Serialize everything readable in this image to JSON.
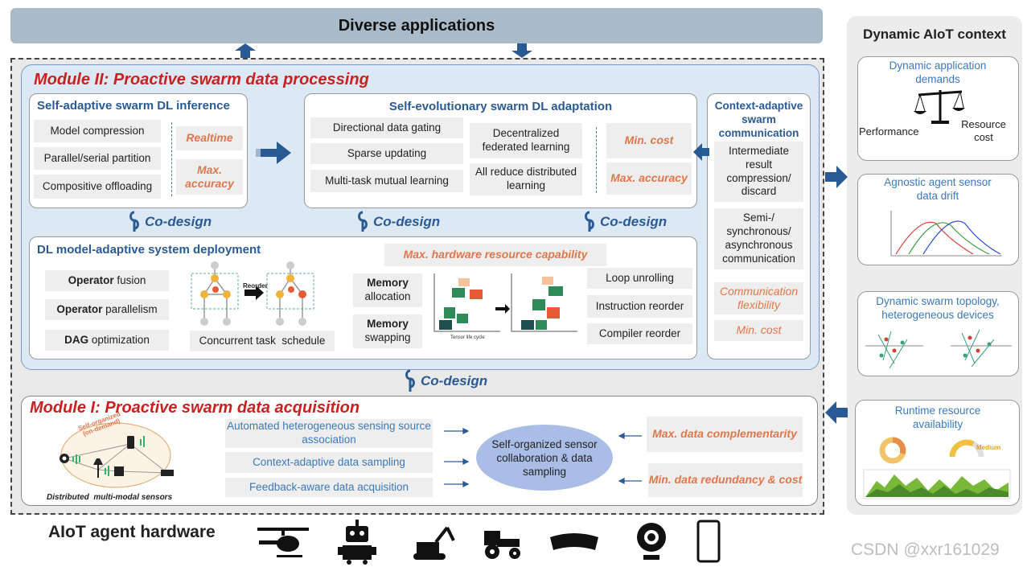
{
  "top_bar": {
    "title": "Diverse applications"
  },
  "module2": {
    "title": "Module II: Proactive swarm data processing",
    "inference": {
      "title": "Self-adaptive  swarm DL inference",
      "items": [
        "Model compression",
        "Parallel/serial partition",
        "Compositive offloading"
      ],
      "goals": [
        "Realtime",
        "Max. accuracy"
      ]
    },
    "adaptation": {
      "title": "Self-evolutionary swarm DL adaptation",
      "left_items": [
        "Directional data gating",
        "Sparse updating",
        "Multi-task mutual learning"
      ],
      "mid_items": [
        "Decentralized federated learning",
        "All reduce distributed learning"
      ],
      "goals": [
        "Min. cost",
        "Max. accuracy"
      ]
    },
    "communication": {
      "title": "Context-adaptive swarm communication",
      "items": [
        "Intermediate result compression/ discard",
        "Semi-/ synchronous/ asynchronous communication"
      ],
      "goals": [
        "Communication flexibility",
        "Min. cost"
      ]
    },
    "codesign": [
      "Co-design",
      "Co-design",
      "Co-design"
    ],
    "deployment": {
      "title": "DL model-adaptive system deployment",
      "goal": "Max. hardware resource capability",
      "operators": [
        {
          "bold": "Operator",
          "rest": " fusion"
        },
        {
          "bold": "Operator",
          "rest": " parallelism"
        },
        {
          "bold": "DAG",
          "rest": " optimization"
        }
      ],
      "schedule_label": "Concurrent task  schedule",
      "reorder_label": "Reorder",
      "memory": [
        {
          "bold": "Memory",
          "rest": "allocation"
        },
        {
          "bold": "Memory",
          "rest": "swapping"
        }
      ],
      "memory_chart_axis": "Tensor life cycle",
      "compiler": [
        "Loop unrolling",
        "Instruction reorder",
        "Compiler reorder"
      ]
    }
  },
  "middle_codesign": "Co-design",
  "module1": {
    "title": "Module I: Proactive swarm data acquisition",
    "sensors_label": "Distributed  multi-modal sensors",
    "self_org_label": "Self-organized (on-demand)",
    "items": [
      "Automated heterogeneous sensing source association",
      "Context-adaptive data sampling",
      "Feedback-aware data acquisition"
    ],
    "center": "Self-organized sensor collaboration & data sampling",
    "goals": [
      "Max. data complementarity",
      "Min. data redundancy & cost"
    ]
  },
  "hardware_label": "AIoT agent hardware",
  "context": {
    "title": "Dynamic AIoT context",
    "cards": [
      {
        "title": "Dynamic application demands",
        "left": "Performance",
        "right": "Resource cost"
      },
      {
        "title": "Agnostic agent sensor data drift"
      },
      {
        "title": "Dynamic swarm topology, heterogeneous devices"
      },
      {
        "title": "Runtime resource availability",
        "gauge_label": "Medium"
      }
    ]
  },
  "watermark": "CSDN @xxr161029",
  "colors": {
    "accent": "#2a5a94",
    "goal": "#e0764b",
    "panel": "#dce9f5",
    "header": "#a8b8c8"
  }
}
